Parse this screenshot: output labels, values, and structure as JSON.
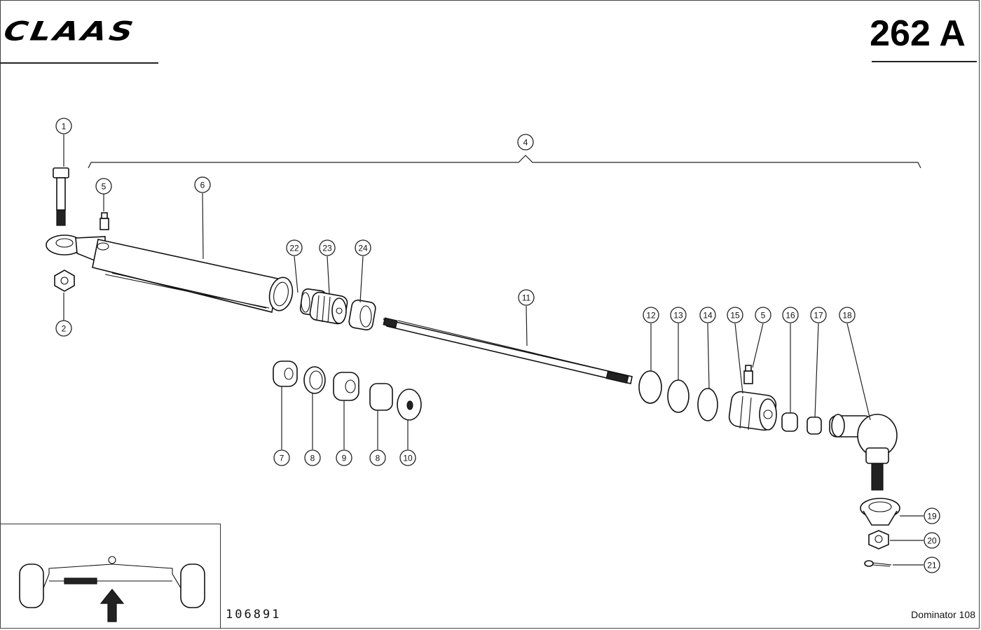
{
  "header": {
    "brand": "CLAAS",
    "page_number": "262 A"
  },
  "footer": {
    "drawing_number": "106891",
    "model": "Dominator 108"
  },
  "callouts": [
    {
      "id": "c1",
      "label": "1"
    },
    {
      "id": "c2",
      "label": "2"
    },
    {
      "id": "c4",
      "label": "4"
    },
    {
      "id": "c5a",
      "label": "5"
    },
    {
      "id": "c6",
      "label": "6"
    },
    {
      "id": "c22",
      "label": "22"
    },
    {
      "id": "c23",
      "label": "23"
    },
    {
      "id": "c24",
      "label": "24"
    },
    {
      "id": "c11",
      "label": "11"
    },
    {
      "id": "c12",
      "label": "12"
    },
    {
      "id": "c13",
      "label": "13"
    },
    {
      "id": "c14",
      "label": "14"
    },
    {
      "id": "c15",
      "label": "15"
    },
    {
      "id": "c5b",
      "label": "5"
    },
    {
      "id": "c16",
      "label": "16"
    },
    {
      "id": "c17",
      "label": "17"
    },
    {
      "id": "c18",
      "label": "18"
    },
    {
      "id": "c7",
      "label": "7"
    },
    {
      "id": "c8a",
      "label": "8"
    },
    {
      "id": "c9",
      "label": "9"
    },
    {
      "id": "c8b",
      "label": "8"
    },
    {
      "id": "c10",
      "label": "10"
    },
    {
      "id": "c19",
      "label": "19"
    },
    {
      "id": "c20",
      "label": "20"
    },
    {
      "id": "c21",
      "label": "21"
    }
  ]
}
